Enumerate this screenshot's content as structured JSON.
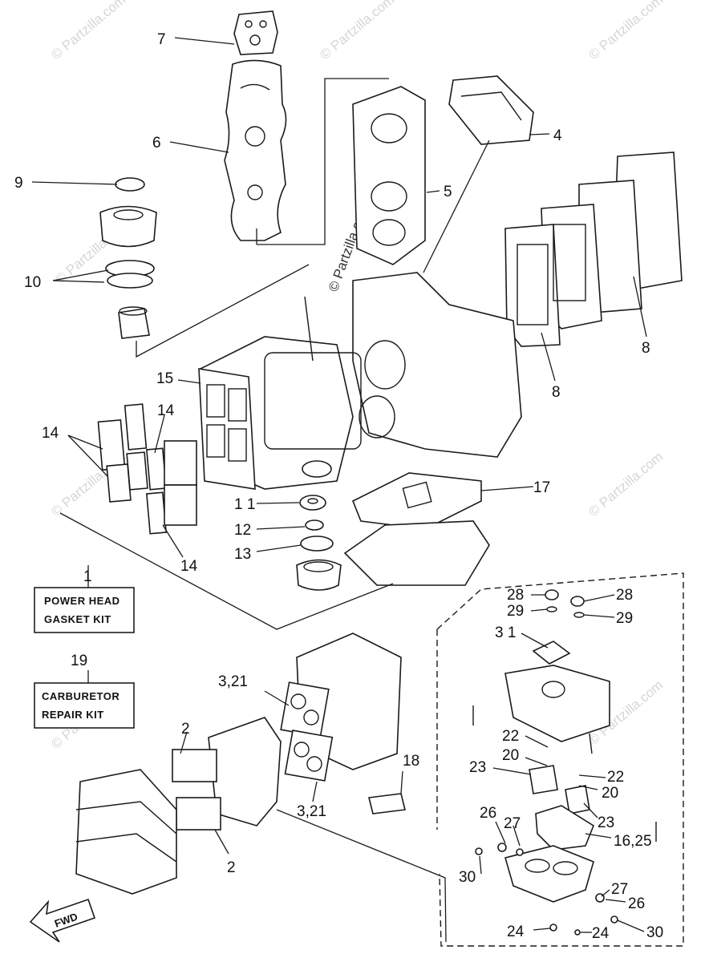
{
  "watermark": "© Partzilla.com",
  "callouts": {
    "c1": "1",
    "c2a": "2",
    "c2b": "2",
    "c321a": "3,21",
    "c321b": "3,21",
    "c4": "4",
    "c5": "5",
    "c6": "6",
    "c7": "7",
    "c8a": "8",
    "c8b": "8",
    "c9": "9",
    "c10": "10",
    "c11": "1 1",
    "c12": "12",
    "c13": "13",
    "c14a": "14",
    "c14b": "14",
    "c14c": "14",
    "c15": "15",
    "c1625": "16,25",
    "c17": "17",
    "c18": "18",
    "c19": "19",
    "c20a": "20",
    "c20b": "20",
    "c22a": "22",
    "c22b": "22",
    "c23a": "23",
    "c23b": "23",
    "c24a": "24",
    "c24b": "24",
    "c26a": "26",
    "c26b": "26",
    "c27a": "27",
    "c27b": "27",
    "c28a": "28",
    "c28b": "28",
    "c29a": "29",
    "c29b": "29",
    "c30a": "30",
    "c30b": "30",
    "c31": "3 1"
  },
  "kits": {
    "power_head_line1": "POWER HEAD",
    "power_head_line2": "GASKET KIT",
    "carb_line1": "CARBURETOR",
    "carb_line2": "REPAIR KIT"
  },
  "fwd_label": "FWD"
}
